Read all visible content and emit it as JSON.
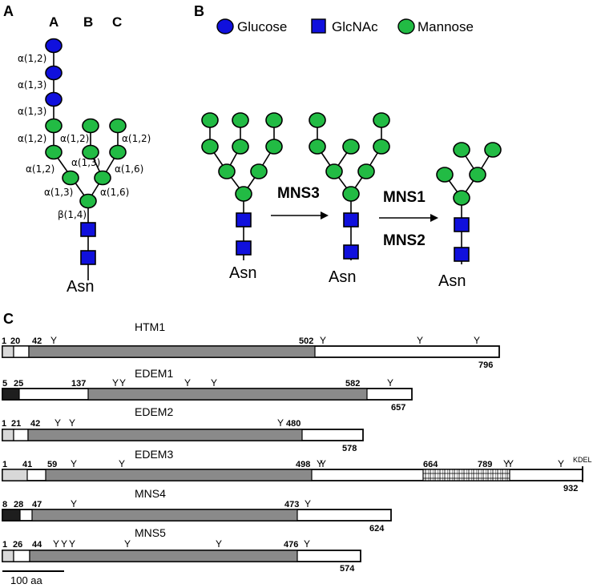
{
  "panels": {
    "a": "A",
    "b": "B",
    "c": "C"
  },
  "columns": [
    "A",
    "B",
    "C"
  ],
  "legend": [
    {
      "label": "Glucose",
      "shape": "circle",
      "color": "#1010dd"
    },
    {
      "label": "GlcNAc",
      "shape": "square",
      "color": "#1010dd"
    },
    {
      "label": "Mannose",
      "shape": "circle",
      "color": "#22bb44"
    }
  ],
  "linkages": [
    "α(1,2)",
    "α(1,3)",
    "α(1,3)",
    "α(1,2)",
    "α(1,2)",
    "α(1,2)",
    "α(1,2)",
    "α(1,3)",
    "α(1,6)",
    "α(1,3)",
    "α(1,6)",
    "β(1,4)"
  ],
  "asn_label": "Asn",
  "enzymes": {
    "step1": "MNS3",
    "step2_top": "MNS1",
    "step2_bottom": "MNS2"
  },
  "colors": {
    "glucose": "#1010dd",
    "glcnac": "#1010dd",
    "mannose": "#22bb44",
    "light_segment": "#d8d8d8",
    "dark_segment": "#1e1e1e",
    "domain": "#8a8a8a"
  },
  "proteins": [
    {
      "name": "HTM1",
      "length": "796",
      "numbers": [
        "1",
        "20",
        "42",
        "502"
      ]
    },
    {
      "name": "EDEM1",
      "length": "657",
      "numbers": [
        "5",
        "25",
        "137",
        "582"
      ]
    },
    {
      "name": "EDEM2",
      "length": "578",
      "numbers": [
        "1",
        "21",
        "42",
        "480"
      ]
    },
    {
      "name": "EDEM3",
      "length": "932",
      "numbers": [
        "1",
        "41",
        "59",
        "498",
        "664",
        "789"
      ],
      "tag": "KDEL"
    },
    {
      "name": "MNS4",
      "length": "624",
      "numbers": [
        "8",
        "28",
        "47",
        "473"
      ]
    },
    {
      "name": "MNS5",
      "length": "574",
      "numbers": [
        "1",
        "26",
        "44",
        "476"
      ]
    }
  ],
  "scale_bar": "100 aa"
}
